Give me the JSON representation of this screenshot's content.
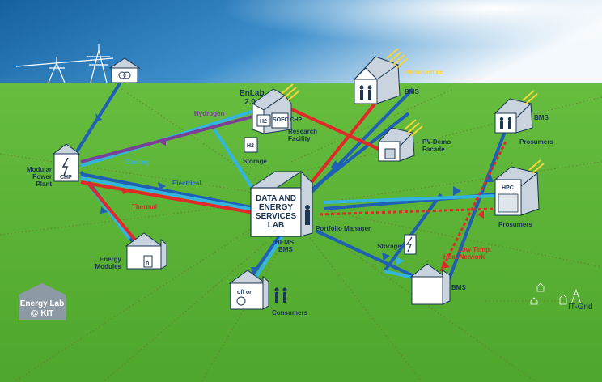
{
  "diagram": {
    "nodes": {
      "modular_power_plant": {
        "label": [
          "Modular",
          "Power",
          "Plant"
        ],
        "tag": "CHP"
      },
      "enlab": {
        "label": [
          "EnLab",
          "2.0"
        ],
        "chips": [
          "H2",
          "SOFC CHP"
        ]
      },
      "research_facility": {
        "label": [
          "Research",
          "Facility"
        ]
      },
      "storage_h2": {
        "label": "Storage",
        "tag": "H2"
      },
      "photovoltaic": {
        "label": "Photovoltaic"
      },
      "bms_top": {
        "label": "BMS"
      },
      "pv_demo_facade": {
        "label": [
          "PV-Demo",
          "Facade"
        ]
      },
      "bms_right": {
        "label": "BMS"
      },
      "prosumers_top": {
        "label": "Prosumers"
      },
      "hpc": {
        "tag": "HPC",
        "label": "Prosumers"
      },
      "data_center": {
        "label": [
          "DATA AND",
          "ENERGY",
          "SERVICES",
          "LAB"
        ],
        "sub": [
          "HEMS",
          "BMS"
        ]
      },
      "portfolio_manager": {
        "label": "Portfolio Manager"
      },
      "storage_electric": {
        "label": "Storage"
      },
      "energy_modules": {
        "label": [
          "Energy",
          "Modules"
        ],
        "tag": "n"
      },
      "consumers": {
        "label": "Consumers",
        "tag": "off on"
      },
      "bms_bottom": {
        "label": "BMS"
      },
      "low_temp": {
        "label": [
          "Low Temp.",
          "Heat Network"
        ]
      },
      "it_grid": {
        "label": "IT-Grid"
      },
      "energy_lab_kit": {
        "label": [
          "Energy Lab",
          "@ KIT"
        ]
      }
    },
    "lines": {
      "hydrogen": {
        "label": "Hydrogen",
        "color": "#7b3f96"
      },
      "cooling": {
        "label": "Cooling",
        "color": "#34b5e0"
      },
      "electrical": {
        "label": "Electrical",
        "color": "#1f5fb4"
      },
      "thermal": {
        "label": "Thermal",
        "color": "#e02a2a"
      }
    },
    "colors": {
      "sky_top": "#1a65a8",
      "sky_bottom": "#ffffff",
      "grass": "#5fb638",
      "house": "#ffffff",
      "house_stroke": "#1b3552",
      "roof": "#c9d4de",
      "kit_box": "#8d9aa6",
      "low_temp": "#e02a2a",
      "photovoltaic": "#f6d53a"
    }
  }
}
